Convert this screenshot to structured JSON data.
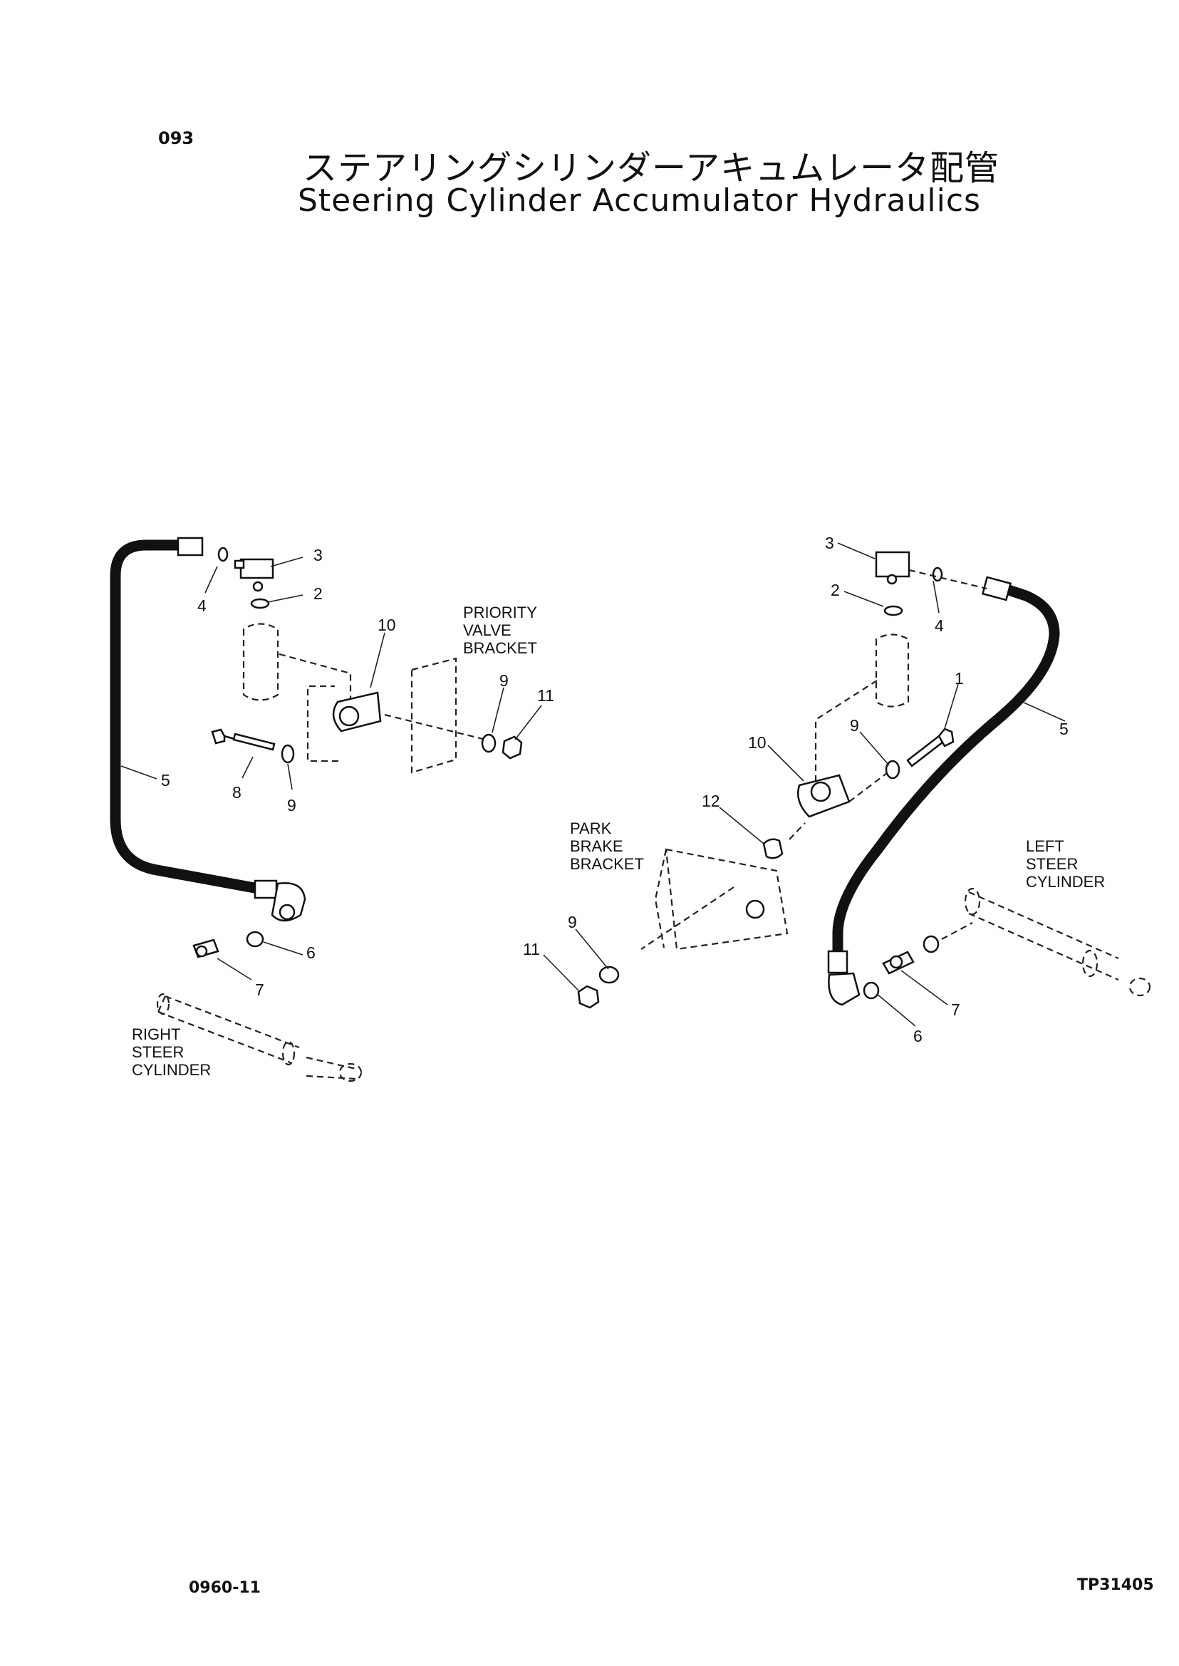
{
  "page_number": "093",
  "title_jp": "ステアリングシリンダーアキュムレータ配管",
  "title_en": "Steering Cylinder Accumulator Hydraulics",
  "footer_left": "0960-11",
  "footer_right": "TP31405",
  "components": {
    "priority_valve_bracket": [
      "PRIORITY",
      "VALVE",
      "BRACKET"
    ],
    "park_brake_bracket": [
      "PARK",
      "BRAKE",
      "BRACKET"
    ],
    "right_steer_cylinder": [
      "RIGHT",
      "STEER",
      "CYLINDER"
    ],
    "left_steer_cylinder": [
      "LEFT",
      "STEER",
      "CYLINDER"
    ]
  },
  "callouts_left": [
    "3",
    "2",
    "4",
    "10",
    "9",
    "11",
    "8",
    "9",
    "5",
    "6",
    "7"
  ],
  "callouts_right": [
    "3",
    "2",
    "4",
    "1",
    "5",
    "9",
    "10",
    "12",
    "9",
    "11",
    "6",
    "7"
  ]
}
